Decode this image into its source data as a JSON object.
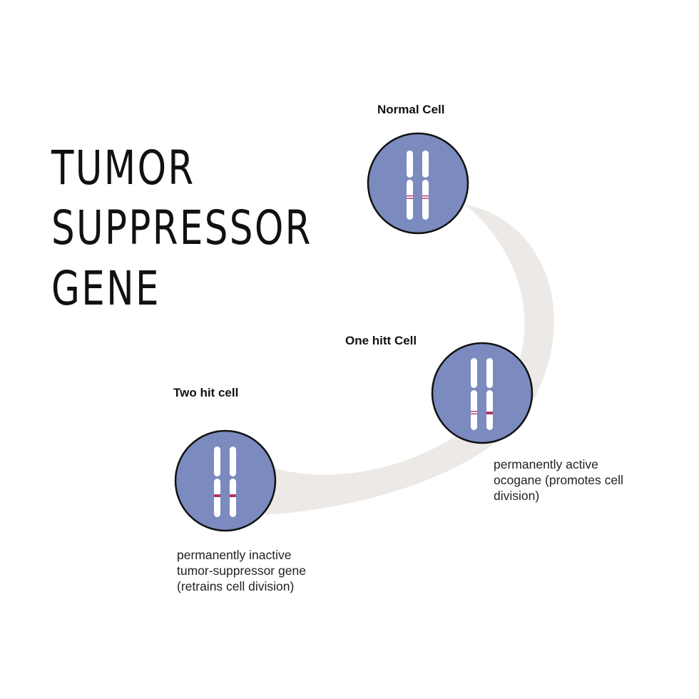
{
  "title": {
    "line1": "TUMOR",
    "line2": "SUPPRESSOR",
    "line3": "GENE"
  },
  "cells": {
    "normal": {
      "label": "Normal Cell",
      "marks": [
        "thin-pair-left",
        "thin-pair-right"
      ]
    },
    "one_hit": {
      "label": "One hitt Cell",
      "description": [
        "permanently active",
        "ocogane (promotes cell",
        "division)"
      ],
      "marks": [
        "thin-pair-left",
        "thick-right"
      ]
    },
    "two_hit": {
      "label": "Two hit cell",
      "description": [
        "permanently inactive",
        "tumor-suppressor gene",
        "(retrains cell division)"
      ],
      "marks": [
        "thick-left",
        "thick-right"
      ]
    }
  },
  "colors": {
    "background": "#ffffff",
    "cell_fill": "#7b8bbf",
    "cell_outline": "#111111",
    "chromosome": "#ffffff",
    "band": "#b0336e",
    "path": "#ece9e6",
    "text": "#111111"
  }
}
